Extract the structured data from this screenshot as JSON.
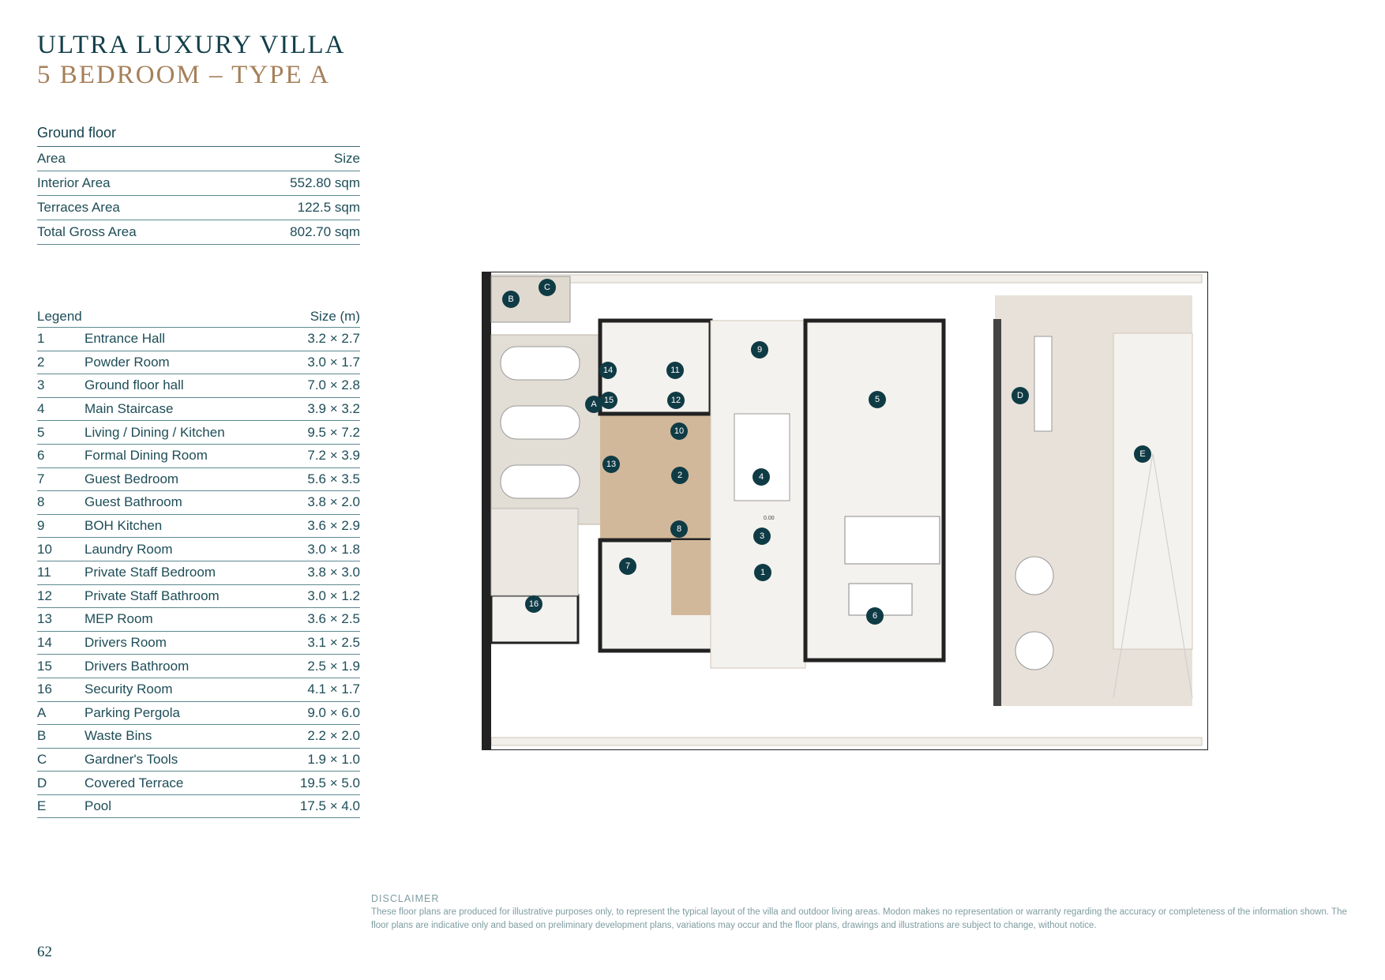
{
  "title": {
    "line1": "ULTRA LUXURY VILLA",
    "line2": "5 BEDROOM – TYPE A"
  },
  "ground_floor": {
    "heading": "Ground floor",
    "header": {
      "area": "Area",
      "size": "Size"
    },
    "rows": [
      {
        "area": "Interior Area",
        "size": "552.80 sqm"
      },
      {
        "area": "Terraces Area",
        "size": "122.5 sqm"
      },
      {
        "area": "Total Gross Area",
        "size": "802.70 sqm"
      }
    ]
  },
  "legend": {
    "header": {
      "label": "Legend",
      "size": "Size (m)"
    },
    "items": [
      {
        "id": "1",
        "name": "Entrance Hall",
        "size": "3.2 × 2.7"
      },
      {
        "id": "2",
        "name": "Powder Room",
        "size": "3.0 × 1.7"
      },
      {
        "id": "3",
        "name": "Ground floor hall",
        "size": "7.0 × 2.8"
      },
      {
        "id": "4",
        "name": "Main Staircase",
        "size": "3.9 × 3.2"
      },
      {
        "id": "5",
        "name": "Living / Dining / Kitchen",
        "size": "9.5 × 7.2"
      },
      {
        "id": "6",
        "name": "Formal Dining Room",
        "size": "7.2 × 3.9"
      },
      {
        "id": "7",
        "name": "Guest Bedroom",
        "size": "5.6 × 3.5"
      },
      {
        "id": "8",
        "name": "Guest Bathroom",
        "size": "3.8 × 2.0"
      },
      {
        "id": "9",
        "name": "BOH Kitchen",
        "size": "3.6 × 2.9"
      },
      {
        "id": "10",
        "name": "Laundry Room",
        "size": "3.0 × 1.8"
      },
      {
        "id": "11",
        "name": "Private Staff Bedroom",
        "size": "3.8 × 3.0"
      },
      {
        "id": "12",
        "name": "Private Staff Bathroom",
        "size": "3.0 × 1.2"
      },
      {
        "id": "13",
        "name": "MEP Room",
        "size": "3.6 × 2.5"
      },
      {
        "id": "14",
        "name": "Drivers Room",
        "size": "3.1 × 2.5"
      },
      {
        "id": "15",
        "name": "Drivers Bathroom",
        "size": "2.5 × 1.9"
      },
      {
        "id": "16",
        "name": "Security Room",
        "size": "4.1 × 1.7"
      },
      {
        "id": "A",
        "name": "Parking Pergola",
        "size": "9.0 × 6.0"
      },
      {
        "id": "B",
        "name": "Waste Bins",
        "size": "2.2 × 2.0"
      },
      {
        "id": "C",
        "name": "Gardner's Tools",
        "size": "1.9 × 1.0"
      },
      {
        "id": "D",
        "name": "Covered Terrace",
        "size": "19.5 × 5.0"
      },
      {
        "id": "E",
        "name": "Pool",
        "size": "17.5 × 4.0"
      }
    ]
  },
  "plan": {
    "markers": [
      "1",
      "2",
      "3",
      "4",
      "5",
      "6",
      "7",
      "8",
      "9",
      "10",
      "11",
      "12",
      "13",
      "14",
      "15",
      "16",
      "A",
      "B",
      "C",
      "D",
      "E"
    ],
    "level_label": "0.00"
  },
  "disclaimer": {
    "heading": "DISCLAIMER",
    "text": "These floor plans are produced for illustrative purposes only, to represent the typical layout of the villa and outdoor living areas. Modon makes no representation or warranty regarding the accuracy or completeness of the information shown. The floor plans are indicative only and based on preliminary development plans, variations may occur and the floor plans, drawings and illustrations are subject to change, without notice."
  },
  "page_number": "62",
  "colors": {
    "teal": "#123f4a",
    "gold": "#a5805a",
    "marker": "#0f3b45",
    "tan": "#d2b89a"
  }
}
